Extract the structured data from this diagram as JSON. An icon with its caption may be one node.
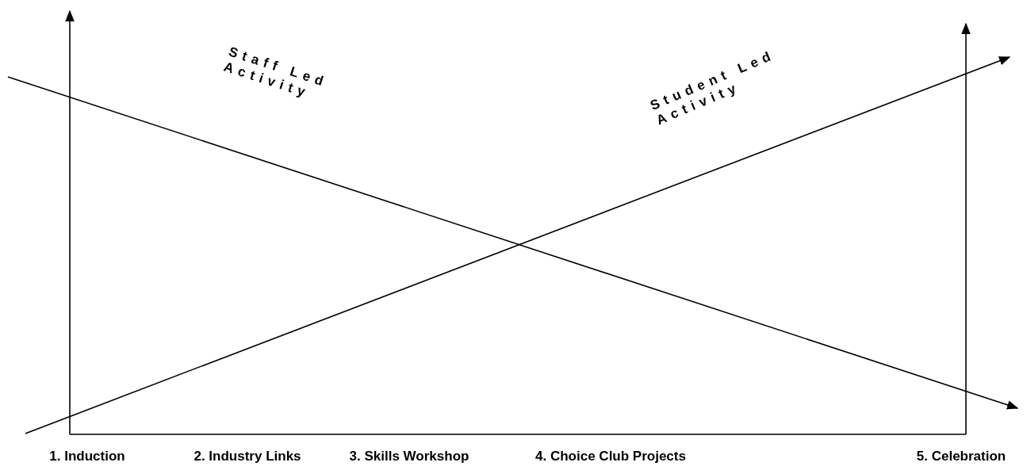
{
  "diagram": {
    "labels": [
      "Staff Led Activity",
      "Student Led Activity",
      "1. Induction",
      "2. Industry Links",
      "3. Skills Workshop",
      "4. Choice Club Projects",
      "5. Celebration"
    ]
  }
}
